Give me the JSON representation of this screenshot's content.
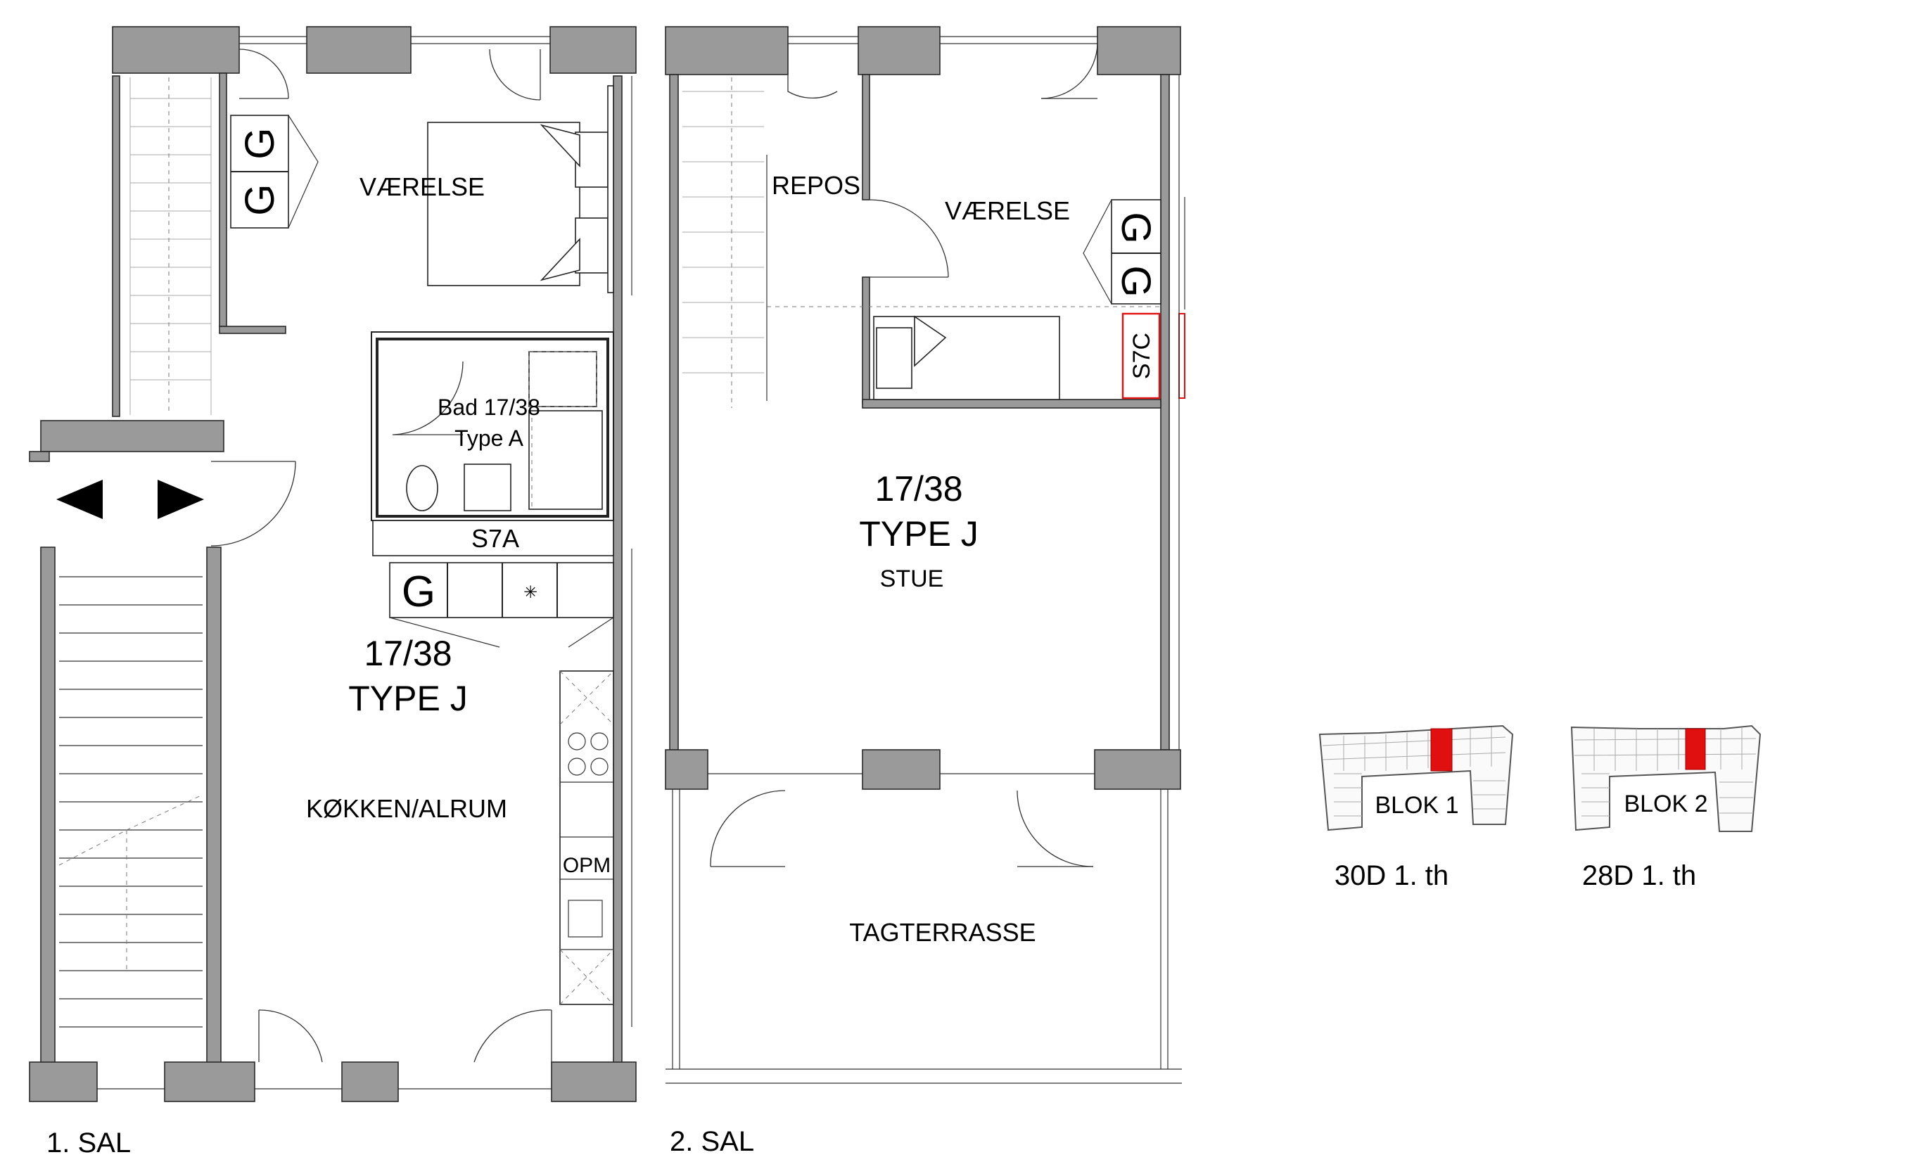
{
  "floor1": {
    "label": "1. SAL",
    "rooms": {
      "bedroom": "VÆRELSE",
      "bath_name": "Bad 17/38",
      "bath_type": "Type A",
      "shaft": "S7A",
      "kitchen": "KØKKEN/ALRUM",
      "opm": "OPM"
    },
    "unit_number": "17/38",
    "unit_type": "TYPE J",
    "g_marks": [
      "G",
      "G",
      "G"
    ]
  },
  "floor2": {
    "label": "2. SAL",
    "rooms": {
      "landing": "REPOS",
      "bedroom": "VÆRELSE",
      "shaft": "S7C",
      "living": "STUE",
      "terrace": "TAGTERRASSE"
    },
    "unit_number": "17/38",
    "unit_type": "TYPE J",
    "g_marks": [
      "G",
      "G"
    ]
  },
  "key_plans": [
    {
      "block": "BLOK 1",
      "address": "30D 1. th"
    },
    {
      "block": "BLOK 2",
      "address": "28D 1. th"
    }
  ],
  "colors": {
    "highlight": "#e01010",
    "wall_fill": "#9a9a9a",
    "line": "#222222"
  }
}
